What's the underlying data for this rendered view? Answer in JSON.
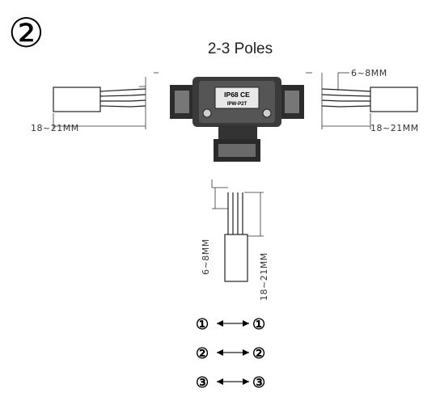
{
  "step_number": "②",
  "title": "2-3 Poles",
  "dimensions": {
    "left_strip": "18~21MM",
    "right_top": "6~8MM",
    "right_strip": "18~21MM",
    "bottom_small": "6~8MM",
    "bottom_strip": "18~21MM"
  },
  "connector_labels": {
    "rating": "IP68 CE",
    "model": "IPW-P2T"
  },
  "mapping": [
    {
      "from": "①",
      "to": "①"
    },
    {
      "from": "②",
      "to": "②"
    },
    {
      "from": "③",
      "to": "③"
    }
  ]
}
